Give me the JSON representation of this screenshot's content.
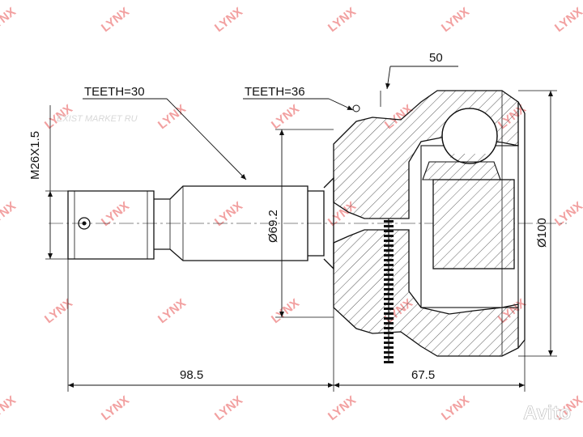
{
  "watermark": {
    "text": "LYNX",
    "color": "#f2a0a0"
  },
  "labels": {
    "teeth_outer": "TEETH=30",
    "teeth_inner": "TEETH=36",
    "thread": "M26X1.5",
    "dim_50": "50",
    "dim_69_2": "Ø69.2",
    "dim_100": "Ø100",
    "dim_98_5": "98.5",
    "dim_67_5": "67.5"
  },
  "branding": {
    "avito_logo_text": "Avito",
    "faint_url": "EXIST MARKET RU"
  }
}
